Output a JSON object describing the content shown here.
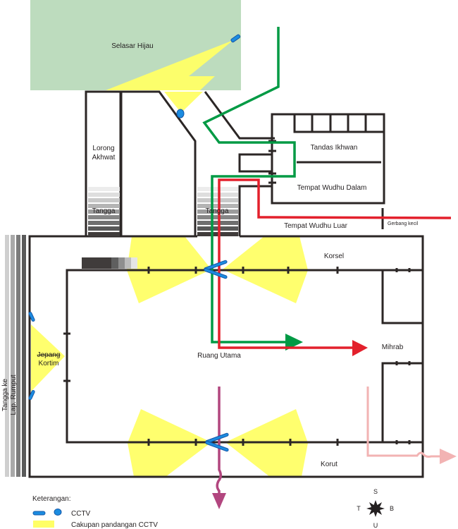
{
  "title": "Denah CCTV Masjid",
  "colors": {
    "garden": "#bddcbe",
    "wall": "#2b2625",
    "cctv": "#1c8ce0",
    "fov": "#ffff66",
    "route_green": "#009a44",
    "route_red": "#e3202c",
    "route_purple": "#b2467f",
    "route_pink": "#f2b3b3"
  },
  "areas": {
    "selasar_hijau": "Selasar Hijau",
    "lorong_akhwat_1": "Lorong",
    "lorong_akhwat_2": "Akhwat",
    "tangga_left": "Tangga",
    "tangga_right": "Tangga",
    "tandas_ikhwan": "Tandas Ikhwan",
    "tempat_wudhu_dalam": "Tempat Wudhu Dalam",
    "tempat_wudhu_luar": "Tempat Wudhu Luar",
    "gerbang_kecil": "Gerbang kecil",
    "korsel": "Korsel",
    "ruang_utama": "Ruang Utama",
    "mihrab": "Mihrab",
    "korut": "Korut",
    "jepang_struck": "Jepang",
    "kortim": "Kortim",
    "tangga_ke_1": "Tangga ke",
    "tangga_ke_2": "Lap. Rumput"
  },
  "compass": {
    "north_top": "S",
    "left": "T",
    "right": "B",
    "bottom": "U"
  },
  "legend": {
    "title": "Keterangan:",
    "items": [
      {
        "symbol": "cctv-icon",
        "label": "CCTV"
      },
      {
        "symbol": "fov-swatch",
        "label": "Cakupan pandangan CCTV"
      }
    ]
  }
}
